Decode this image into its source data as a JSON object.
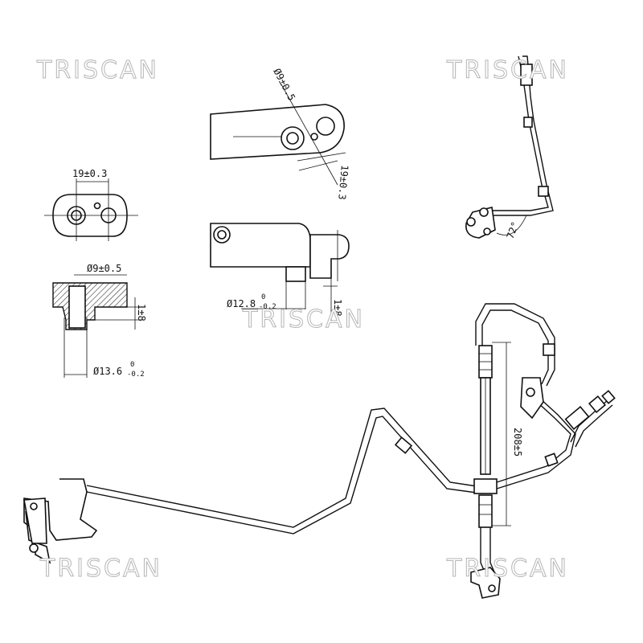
{
  "watermarks": [
    "TRISCAN",
    "TRISCAN",
    "TRISCAN",
    "TRISCAN",
    "TRISCAN"
  ],
  "dimensions": {
    "d1": "Ø9±0.5",
    "d2": "19±0.3",
    "d3": "19±0.3",
    "d4": "Ø9±0.5",
    "d5": "1±8",
    "d6": "Ø13.6",
    "d6_tol_top": "0",
    "d6_tol_bot": "-0.2",
    "d7": "Ø12.8",
    "d7_tol_top": "0",
    "d7_tol_bot": "-0.2",
    "d8": "1±8",
    "d9": "72°",
    "d10": "208±5"
  }
}
